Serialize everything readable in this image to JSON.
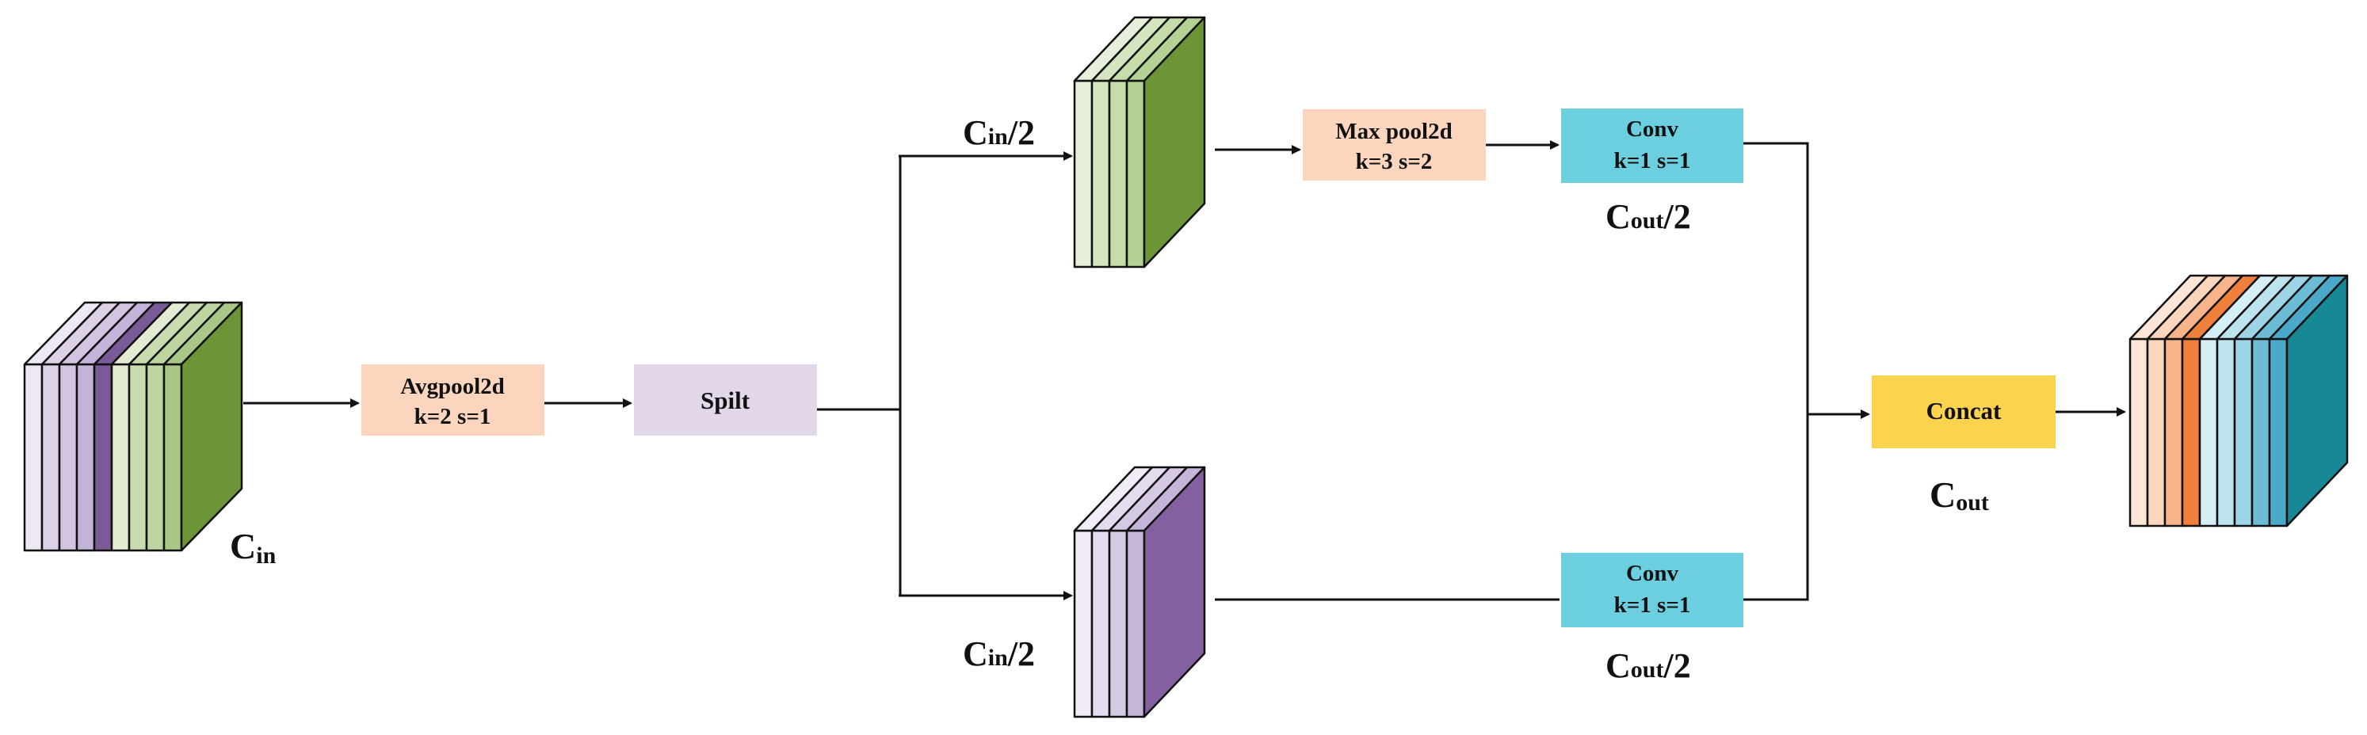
{
  "colors": {
    "background": "#ffffff",
    "avgpool": "#fbd5bd",
    "split": "#e2d8ea",
    "maxpool": "#fbd5bd",
    "conv": "#6ccfe0",
    "concat": "#fbd34f",
    "line": "#111111"
  },
  "nodes": {
    "avgpool": {
      "line1": "Avgpool2d",
      "line2": "k=2 s=1"
    },
    "split": {
      "line1": "Spilt"
    },
    "maxpool": {
      "line1": "Max pool2d",
      "line2": "k=3 s=2"
    },
    "conv_top": {
      "line1": "Conv",
      "line2": "k=1 s=1"
    },
    "conv_bottom": {
      "line1": "Conv",
      "line2": "k=1 s=1"
    },
    "concat": {
      "line1": "Concat"
    }
  },
  "labels": {
    "cin": {
      "main": "C",
      "sub": "in"
    },
    "cin_half_top": {
      "main": "C",
      "sub": "in",
      "suffix": "/2"
    },
    "cin_half_bottom": {
      "main": "C",
      "sub": "in",
      "suffix": "/2"
    },
    "cout_half_top": {
      "main": "C",
      "sub": "out",
      "suffix": "/2"
    },
    "cout_half_bottom": {
      "main": "C",
      "sub": "out",
      "suffix": "/2"
    },
    "cout": {
      "main": "C",
      "sub": "out"
    }
  },
  "tensors": {
    "input": {
      "slab_colors": [
        "#ede8f3",
        "#ddd1e8",
        "#d3c5e2",
        "#c5b4d9",
        "#7b5a98",
        "#e3ecd3",
        "#c9dcb0",
        "#bed5a1",
        "#a9c786"
      ],
      "front_color": "#e3ecd3",
      "side_color": "#6b9537"
    },
    "top_branch": {
      "slab_colors": [
        "#e6efd9",
        "#d5e5c0",
        "#c6dca9",
        "#b4d293"
      ],
      "front_color": "#e6efd9",
      "side_color": "#6b9537"
    },
    "bottom_branch": {
      "slab_colors": [
        "#f1ecf5",
        "#e4dbee",
        "#d5c9e4",
        "#c5b5d9"
      ],
      "front_color": "#f1ecf5",
      "side_color": "#8460a1"
    },
    "output": {
      "slab_colors": [
        "#fde6d6",
        "#fbd5bc",
        "#f7b38a",
        "#ef7f3a",
        "#d6eef5",
        "#bde3ef",
        "#9dd4e6",
        "#6cbcd6",
        "#4aa9c8"
      ],
      "front_color": "#fde6d6",
      "side_color": "#168896"
    }
  }
}
